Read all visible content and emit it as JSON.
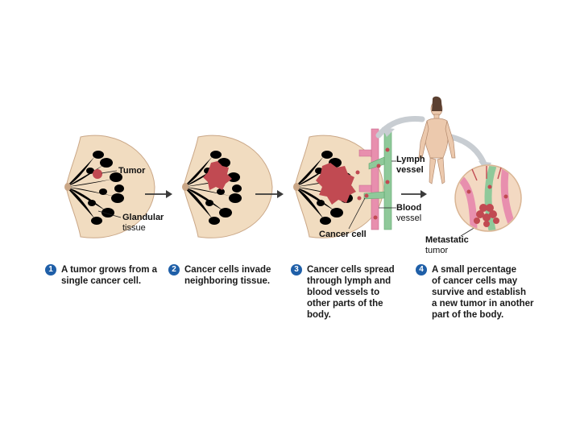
{
  "labels": {
    "tumor": "Tumor",
    "glandular_tissue": [
      "Glandular",
      "tissue"
    ],
    "lymph_vessel": [
      "Lymph",
      "vessel"
    ],
    "blood_vessel": [
      "Blood",
      "vessel"
    ],
    "cancer_cell": "Cancer cell",
    "metastatic_tumor": [
      "Metastatic",
      "tumor"
    ]
  },
  "steps": [
    {
      "number": "1",
      "lines": [
        "A tumor grows from a",
        "single cancer cell."
      ]
    },
    {
      "number": "2",
      "lines": [
        "Cancer cells invade",
        "neighboring tissue."
      ]
    },
    {
      "number": "3",
      "lines": [
        "Cancer cells spread",
        "through lymph and",
        "blood vessels to",
        "other parts of the",
        "body."
      ]
    },
    {
      "number": "4",
      "lines": [
        "A small percentage",
        "of cancer cells may",
        "survive and establish",
        "a new tumor in another",
        "part of the body."
      ]
    }
  ],
  "colors": {
    "skin": "#f1dcc0",
    "skin_outline": "#caa787",
    "gland": "#f7eec6",
    "gland_outline": "#b29a52",
    "tumor": "#c14a52",
    "lymph_vessel": "#8fc99a",
    "blood_vessel": "#e88fae",
    "arrow": "#3a3a3a",
    "curved_arrow": "#c8cdd2",
    "step_badge": "#1f5fa8"
  }
}
